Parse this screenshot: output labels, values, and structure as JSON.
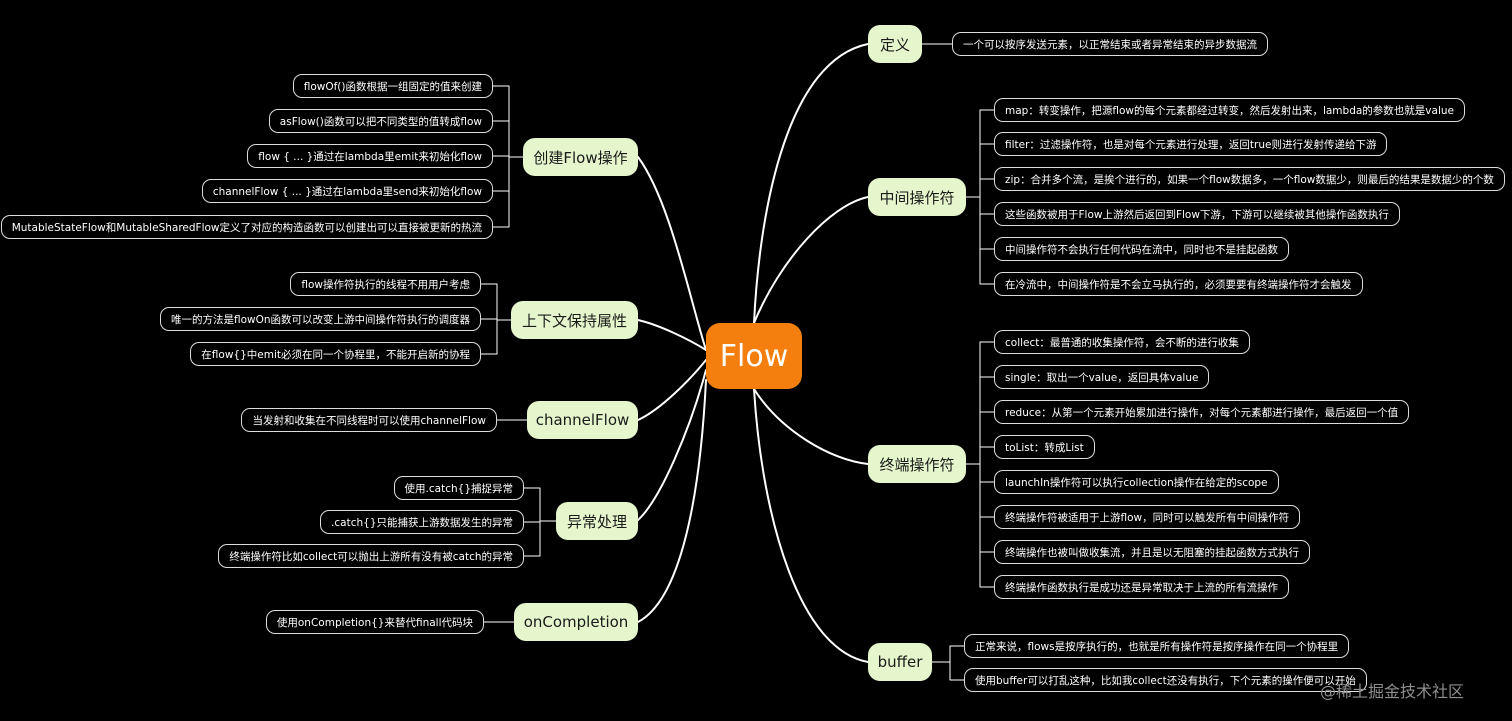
{
  "root": {
    "label": "Flow"
  },
  "branches": {
    "definition": {
      "label": "定义",
      "items": [
        "一个可以按序发送元素，以正常结束或者异常结束的异步数据流"
      ]
    },
    "intermediate": {
      "label": "中间操作符",
      "items": [
        "map：转变操作，把源flow的每个元素都经过转变，然后发射出来，lambda的参数也就是value",
        "filter：过滤操作符，也是对每个元素进行处理，返回true则进行发射传递给下游",
        "zip：合并多个流，是挨个进行的，如果一个flow数据多，一个flow数据少，则最后的结果是数据少的个数",
        "这些函数被用于Flow上游然后返回到Flow下游，下游可以继续被其他操作函数执行",
        "中间操作符不会执行任何代码在流中，同时也不是挂起函数",
        "在冷流中，中间操作符是不会立马执行的，必须要要有终端操作符才会触发"
      ]
    },
    "terminal": {
      "label": "终端操作符",
      "items": [
        "collect：最普通的收集操作符，会不断的进行收集",
        "single：取出一个value，返回具体value",
        "reduce：从第一个元素开始累加进行操作，对每个元素都进行操作，最后返回一个值",
        "toList：转成List",
        "launchIn操作符可以执行collection操作在给定的scope",
        "终端操作符被适用于上游flow，同时可以触发所有中间操作符",
        "终端操作也被叫做收集流，并且是以无阻塞的挂起函数方式执行",
        "终端操作函数执行是成功还是异常取决于上流的所有流操作"
      ]
    },
    "buffer": {
      "label": "buffer",
      "items": [
        "正常来说，flows是按序执行的，也就是所有操作符是按序操作在同一个协程里",
        "使用buffer可以打乱这种，比如我collect还没有执行，下个元素的操作便可以开始"
      ]
    },
    "create": {
      "label": "创建Flow操作",
      "items": [
        "flowOf()函数根据一组固定的值来创建",
        "asFlow()函数可以把不同类型的值转成flow",
        "flow { ... }通过在lambda里emit来初始化flow",
        "channelFlow { ... }通过在lambda里send来初始化flow",
        "MutableStateFlow和MutableSharedFlow定义了对应的构造函数可以创建出可以直接被更新的热流"
      ]
    },
    "context": {
      "label": "上下文保持属性",
      "items": [
        "flow操作符执行的线程不用用户考虑",
        "唯一的方法是flowOn函数可以改变上游中间操作符执行的调度器",
        "在flow{}中emit必须在同一个协程里，不能开启新的协程"
      ]
    },
    "channelflow": {
      "label": "channelFlow",
      "items": [
        "当发射和收集在不同线程时可以使用channelFlow"
      ]
    },
    "exception": {
      "label": "异常处理",
      "items": [
        "使用.catch{}捕捉异常",
        ".catch{}只能捕获上游数据发生的异常",
        "终端操作符比如collect可以抛出上游所有没有被catch的异常"
      ]
    },
    "completion": {
      "label": "onCompletion",
      "items": [
        "使用onCompletion{}来替代finall代码块"
      ]
    }
  },
  "watermark": "@稀土掘金技术社区",
  "colors": {
    "background": "#000000",
    "root": "#f57f0e",
    "branch": "#e6f6cc",
    "line": "#ffffff"
  }
}
